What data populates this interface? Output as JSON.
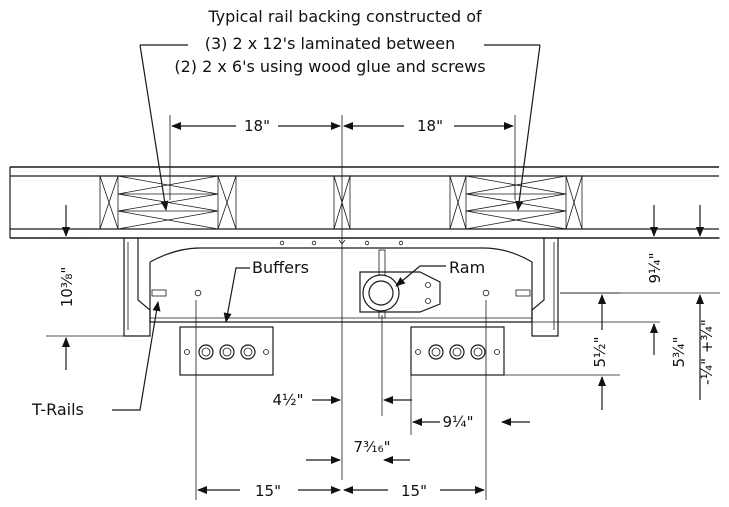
{
  "labels": {
    "note_line1": "Typical rail backing constructed of",
    "note_line2": "(3) 2 x 12's laminated between",
    "note_line3": "(2) 2 x 6's using wood glue and screws",
    "buffers": "Buffers",
    "ram": "Ram",
    "t_rails": "T-Rails"
  },
  "dimensions": {
    "top_left_18": "18\"",
    "top_right_18": "18\"",
    "left_vertical": "10⅜\"",
    "right_vertical_top": "9¼\"",
    "right_vertical_mid": "5½\"",
    "right_vertical_outer": "5¾\"",
    "right_vertical_tol": "-¼\" +¾\"",
    "buffer_offset": "4½\"",
    "ram_offset": "9¼\"",
    "center_offset": "7³⁄₁₆\"",
    "bottom_left_15": "15\"",
    "bottom_right_15": "15\""
  }
}
